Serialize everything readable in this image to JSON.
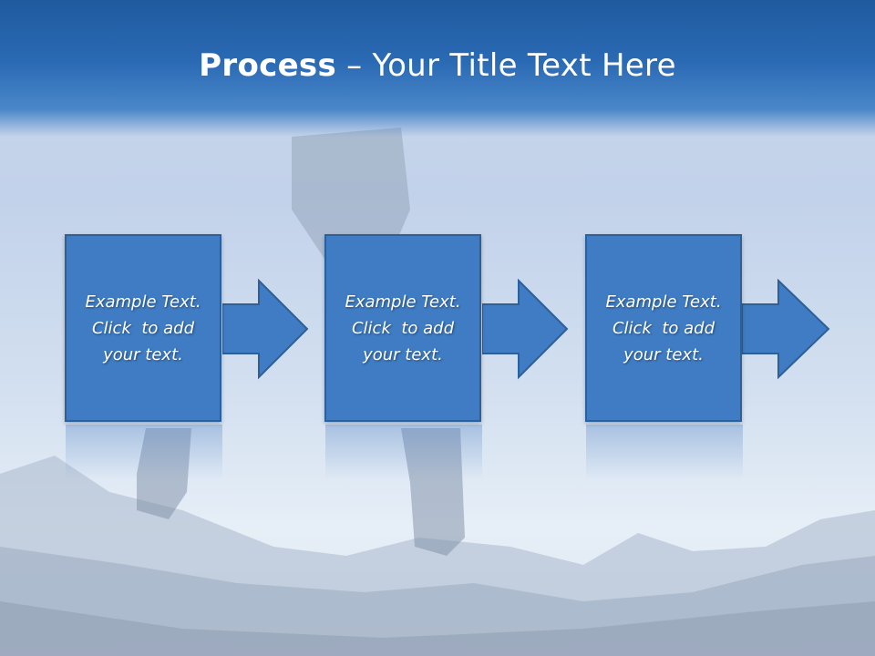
{
  "title": {
    "bold": "Process",
    "rest": " – Your Title Text Here"
  },
  "steps": [
    {
      "line1": "Example Text.",
      "line2": "Click  to add",
      "line3": "your text."
    },
    {
      "line1": "Example Text.",
      "line2": "Click  to add",
      "line3": "your text."
    },
    {
      "line1": "Example Text.",
      "line2": "Click  to add",
      "line3": "your text."
    }
  ],
  "colors": {
    "box_fill": "#3f7cc3",
    "box_border": "#2d5f98",
    "header": "#2a6ab4"
  }
}
